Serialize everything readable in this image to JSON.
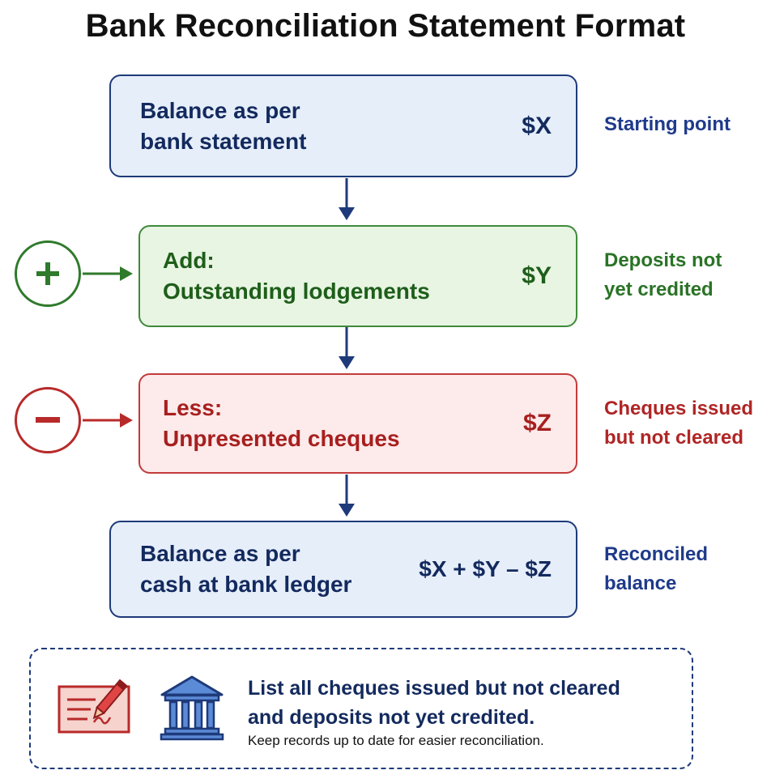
{
  "title": "Bank Reconciliation Statement Format",
  "steps": [
    {
      "label_lines": [
        "Balance as per",
        "bank statement"
      ],
      "amount": "$X",
      "note_lines": [
        "Starting point"
      ],
      "color": "#1e3a7a"
    },
    {
      "label_lines": [
        "Add:",
        "Outstanding lodgements"
      ],
      "amount": "$Y",
      "note_lines": [
        "Deposits not",
        "yet credited"
      ],
      "sign": "plus-icon",
      "color": "#2f7a2b"
    },
    {
      "label_lines": [
        "Less:",
        "Unpresented cheques"
      ],
      "amount": "$Z",
      "note_lines": [
        "Cheques issued",
        "but not cleared"
      ],
      "sign": "minus-icon",
      "color": "#b82a2a"
    },
    {
      "label_lines": [
        "Balance as per",
        "cash at bank ledger"
      ],
      "amount": "$X + $Y – $Z",
      "note_lines": [
        "Reconciled",
        "balance"
      ],
      "color": "#1e3a7a"
    }
  ],
  "tip": {
    "main_lines": [
      "List all cheques issued but not cleared",
      "and deposits not yet credited."
    ],
    "sub": "Keep records up to date for easier reconciliation.",
    "icons": [
      "cheque-pen-icon",
      "bank-building-icon"
    ]
  }
}
